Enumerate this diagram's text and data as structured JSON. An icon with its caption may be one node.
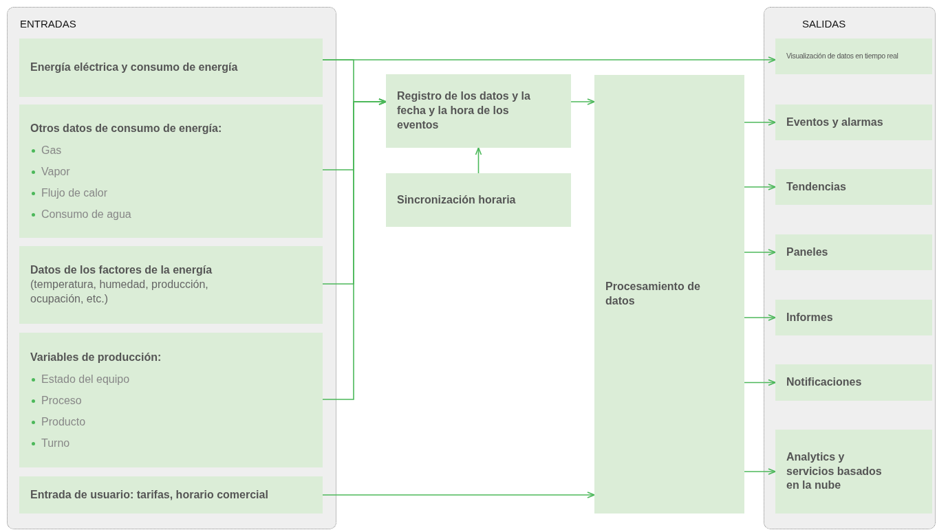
{
  "diagram": {
    "nodes": [
      {
        "text": [
          "ENTRADAS"
        ]
      },
      {
        "text": [
          "Energía eléctrica y consumo de energía"
        ],
        "in": 0
      },
      {
        "text": [
          "Otros datos de consumo de energía:",
          "Gas",
          "Vapor",
          "Flujo de calor",
          "Consumo de agua"
        ],
        "in": 0
      },
      {
        "text": [
          "Datos de los factores de la energía",
          "(temperatura, humedad, producción, ocupación, etc.)"
        ],
        "in": 0
      },
      {
        "text": [
          "Variables de producción:",
          "Estado del equipo",
          "Proceso",
          "Producto",
          "Turno"
        ],
        "in": 0
      },
      {
        "text": [
          "Entrada de usuario: tarifas, horario comercial"
        ],
        "in": 0
      },
      {
        "text": [
          "Registro de los datos y la fecha y la hora de los eventos"
        ]
      },
      {
        "text": [
          "Sincronización horaria"
        ]
      },
      {
        "text": [
          "Procesamiento de datos"
        ]
      },
      {
        "text": [
          "SALIDAS"
        ]
      },
      {
        "text": [
          "Visualización de datos en tiempo real"
        ],
        "in": 9
      },
      {
        "text": [
          "Eventos y alarmas"
        ],
        "in": 9
      },
      {
        "text": [
          "Tendencias"
        ],
        "in": 9
      },
      {
        "text": [
          "Paneles"
        ],
        "in": 9
      },
      {
        "text": [
          "Informes"
        ],
        "in": 9
      },
      {
        "text": [
          "Notificaciones"
        ],
        "in": 9
      },
      {
        "text": [
          "Analytics y servicios basados en la nube"
        ],
        "in": 9
      }
    ],
    "edges": [
      {
        "from": 1,
        "to": 10,
        "arrow": "to"
      },
      {
        "from": 1,
        "to": 6,
        "arrow": "to"
      },
      {
        "from": 2,
        "to": 6,
        "arrow": "to"
      },
      {
        "from": 3,
        "to": 6,
        "arrow": "to"
      },
      {
        "from": 4,
        "to": 6,
        "arrow": "to"
      },
      {
        "from": 7,
        "to": 6,
        "arrow": "to"
      },
      {
        "from": 6,
        "to": 8,
        "arrow": "to"
      },
      {
        "from": 5,
        "to": 8,
        "arrow": "to"
      },
      {
        "from": 8,
        "to": 11,
        "arrow": "to"
      },
      {
        "from": 8,
        "to": 12,
        "arrow": "to"
      },
      {
        "from": 8,
        "to": 13,
        "arrow": "to"
      },
      {
        "from": 8,
        "to": 14,
        "arrow": "to"
      },
      {
        "from": 8,
        "to": 15,
        "arrow": "to"
      },
      {
        "from": 8,
        "to": 16,
        "arrow": "to"
      }
    ]
  }
}
